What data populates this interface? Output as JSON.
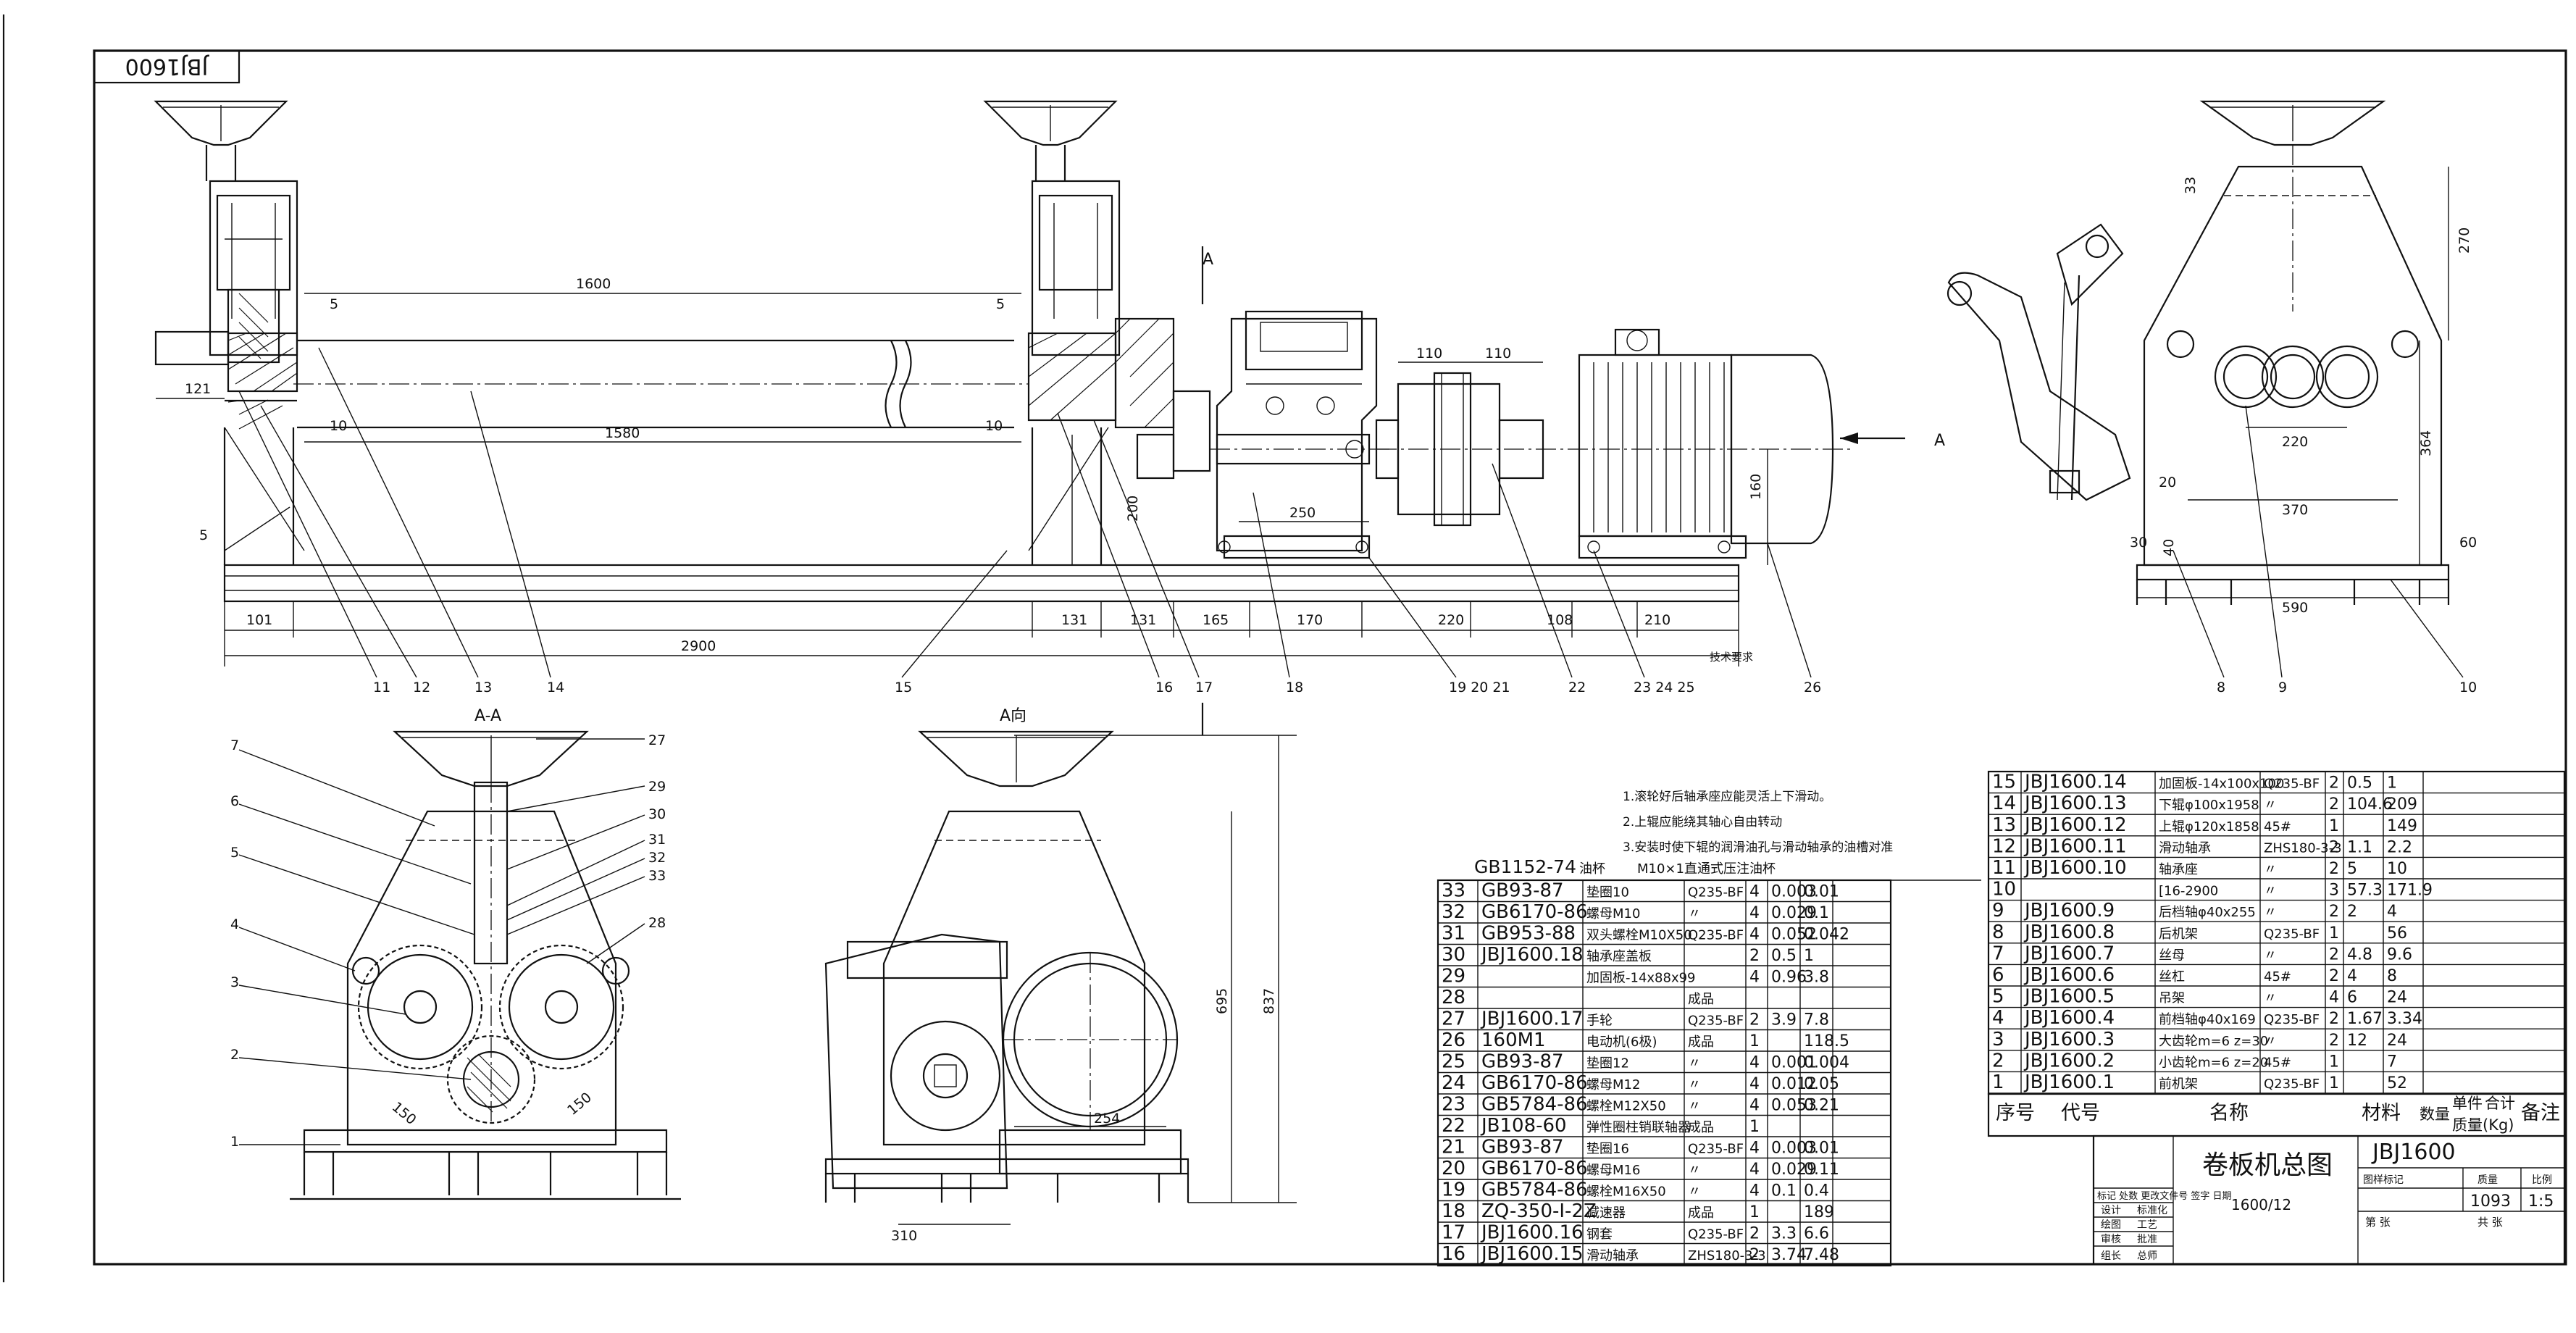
{
  "drawing": {
    "stamp_code": "JBJ1600",
    "title_cn": "卷板机总图",
    "subtitle": "1600/12",
    "drawing_no": "JBJ1600",
    "weight": "1093",
    "scale": "1:5",
    "view_label_AA": "A-A",
    "view_label_A": "A向",
    "arrow_A": "A",
    "tech_req_label": "技术要求"
  },
  "dims": {
    "main_1600": "1600",
    "main_1580": "1580",
    "main_2900": "2900",
    "main_121": "121",
    "main_10a": "10",
    "main_10b": "10",
    "main_5a": "5",
    "main_5b": "5",
    "main_5c": "5",
    "main_200": "200",
    "main_250": "250",
    "main_160": "160",
    "main_101": "101",
    "main_131a": "131",
    "main_131b": "131",
    "main_165": "165",
    "main_170": "170",
    "main_220": "220",
    "main_108": "108",
    "main_210": "210",
    "main_110a": "110",
    "main_110b": "110",
    "side_33": "33",
    "side_270": "270",
    "side_220": "220",
    "side_370": "370",
    "side_364": "364",
    "side_20": "20",
    "side_30": "30",
    "side_40": "40",
    "side_60": "60",
    "side_590": "590",
    "aa_150a": "150",
    "aa_150b": "150",
    "av_695": "695",
    "av_837": "837",
    "av_254": "254",
    "av_310": "310"
  },
  "balloons": {
    "bottom": [
      "11",
      "12",
      "13",
      "14",
      "15",
      "16",
      "17",
      "18",
      "19 20 21",
      "22",
      "23 24 25",
      "26"
    ],
    "side": [
      "8",
      "9",
      "10"
    ],
    "aa_left": [
      "7",
      "6",
      "5",
      "4",
      "3",
      "2",
      "1"
    ],
    "aa_right": [
      "27",
      "29",
      "30",
      "31",
      "32",
      "33",
      "28"
    ]
  },
  "notes": [
    "1.滚轮好后轴承座应能灵活上下滑动。",
    "2.上辊应能绕其轴心自由转动",
    "3.安装时使下辊的润滑油孔与滑动轴承的油槽对准"
  ],
  "bom_extra_row": {
    "code": "GB1152-74",
    "name": "油杯",
    "spec": "M10×1直通式压注油杯"
  },
  "bom_left": [
    {
      "no": "33",
      "code": "GB93-87",
      "name": "垫圈10",
      "mat": "Q235-BF",
      "qty": "4",
      "w1": "0.003",
      "w2": "0.01"
    },
    {
      "no": "32",
      "code": "GB6170-86",
      "name": "螺母M10",
      "mat": "〃",
      "qty": "4",
      "w1": "0.029",
      "w2": "0.1"
    },
    {
      "no": "31",
      "code": "GB953-88",
      "name": "双头螺栓M10X50",
      "mat": "Q235-BF",
      "qty": "4",
      "w1": "0.052",
      "w2": "0.042"
    },
    {
      "no": "30",
      "code": "JBJ1600.18",
      "name": "轴承座盖板",
      "mat": "",
      "qty": "2",
      "w1": "0.5",
      "w2": "1"
    },
    {
      "no": "29",
      "code": "",
      "name": "加固板-14x88x99",
      "mat": "",
      "qty": "4",
      "w1": "0.96",
      "w2": "3.8"
    },
    {
      "no": "28",
      "code": "",
      "name": "",
      "mat": "成品",
      "qty": "",
      "w1": "",
      "w2": ""
    },
    {
      "no": "27",
      "code": "JBJ1600.17",
      "name": "手轮",
      "mat": "Q235-BF",
      "qty": "2",
      "w1": "3.9",
      "w2": "7.8"
    },
    {
      "no": "26",
      "code": "160M1",
      "name": "电动机(6极)",
      "mat": "成品",
      "qty": "1",
      "w1": "",
      "w2": "118.5"
    },
    {
      "no": "25",
      "code": "GB93-87",
      "name": "垫圈12",
      "mat": "〃",
      "qty": "4",
      "w1": "0.001",
      "w2": "0.004"
    },
    {
      "no": "24",
      "code": "GB6170-86",
      "name": "螺母M12",
      "mat": "〃",
      "qty": "4",
      "w1": "0.012",
      "w2": "0.05"
    },
    {
      "no": "23",
      "code": "GB5784-86",
      "name": "螺栓M12X50",
      "mat": "〃",
      "qty": "4",
      "w1": "0.053",
      "w2": "0.21"
    },
    {
      "no": "22",
      "code": "JB108-60",
      "name": "弹性圈柱销联轴器",
      "mat": "成品",
      "qty": "1",
      "w1": "",
      "w2": ""
    },
    {
      "no": "21",
      "code": "GB93-87",
      "name": "垫圈16",
      "mat": "Q235-BF",
      "qty": "4",
      "w1": "0.003",
      "w2": "0.01"
    },
    {
      "no": "20",
      "code": "GB6170-86",
      "name": "螺母M16",
      "mat": "〃",
      "qty": "4",
      "w1": "0.029",
      "w2": "0.11"
    },
    {
      "no": "19",
      "code": "GB5784-86",
      "name": "螺栓M16X50",
      "mat": "〃",
      "qty": "4",
      "w1": "0.1",
      "w2": "0.4"
    },
    {
      "no": "18",
      "code": "ZQ-350-I-2Z",
      "name": "减速器",
      "mat": "成品",
      "qty": "1",
      "w1": "",
      "w2": "189"
    },
    {
      "no": "17",
      "code": "JBJ1600.16",
      "name": "钢套",
      "mat": "Q235-BF",
      "qty": "2",
      "w1": "3.3",
      "w2": "6.6"
    },
    {
      "no": "16",
      "code": "JBJ1600.15",
      "name": "滑动轴承",
      "mat": "ZHS180-3-3",
      "qty": "2",
      "w1": "3.74",
      "w2": "7.48"
    }
  ],
  "bom_right": [
    {
      "no": "15",
      "code": "JBJ1600.14",
      "name": "加固板-14x100x100",
      "mat": "Q235-BF",
      "qty": "2",
      "w1": "0.5",
      "w2": "1"
    },
    {
      "no": "14",
      "code": "JBJ1600.13",
      "name": "下辊φ100x1958",
      "mat": "〃",
      "qty": "2",
      "w1": "104.6",
      "w2": "209"
    },
    {
      "no": "13",
      "code": "JBJ1600.12",
      "name": "上辊φ120x1858",
      "mat": "45#",
      "qty": "1",
      "w1": "",
      "w2": "149"
    },
    {
      "no": "12",
      "code": "JBJ1600.11",
      "name": "滑动轴承",
      "mat": "ZHS180-3-3",
      "qty": "2",
      "w1": "1.1",
      "w2": "2.2"
    },
    {
      "no": "11",
      "code": "JBJ1600.10",
      "name": "轴承座",
      "mat": "〃",
      "qty": "2",
      "w1": "5",
      "w2": "10"
    },
    {
      "no": "10",
      "code": "",
      "name": "[16-2900",
      "mat": "〃",
      "qty": "3",
      "w1": "57.3",
      "w2": "171.9"
    },
    {
      "no": "9",
      "code": "JBJ1600.9",
      "name": "后档轴φ40x255",
      "mat": "〃",
      "qty": "2",
      "w1": "2",
      "w2": "4"
    },
    {
      "no": "8",
      "code": "JBJ1600.8",
      "name": "后机架",
      "mat": "Q235-BF",
      "qty": "1",
      "w1": "",
      "w2": "56"
    },
    {
      "no": "7",
      "code": "JBJ1600.7",
      "name": "丝母",
      "mat": "〃",
      "qty": "2",
      "w1": "4.8",
      "w2": "9.6"
    },
    {
      "no": "6",
      "code": "JBJ1600.6",
      "name": "丝杠",
      "mat": "45#",
      "qty": "2",
      "w1": "4",
      "w2": "8"
    },
    {
      "no": "5",
      "code": "JBJ1600.5",
      "name": "吊架",
      "mat": "〃",
      "qty": "4",
      "w1": "6",
      "w2": "24"
    },
    {
      "no": "4",
      "code": "JBJ1600.4",
      "name": "前档轴φ40x169",
      "mat": "Q235-BF",
      "qty": "2",
      "w1": "1.67",
      "w2": "3.34"
    },
    {
      "no": "3",
      "code": "JBJ1600.3",
      "name": "大齿轮m=6 z=30",
      "mat": "〃",
      "qty": "2",
      "w1": "12",
      "w2": "24"
    },
    {
      "no": "2",
      "code": "JBJ1600.2",
      "name": "小齿轮m=6 z=20",
      "mat": "45#",
      "qty": "1",
      "w1": "",
      "w2": "7"
    },
    {
      "no": "1",
      "code": "JBJ1600.1",
      "name": "前机架",
      "mat": "Q235-BF",
      "qty": "1",
      "w1": "",
      "w2": "52"
    }
  ],
  "bom_header": {
    "no": "序号",
    "code": "代号",
    "name": "名称",
    "mat": "材料",
    "qty": "数量",
    "w1": "单件",
    "w2": "合计",
    "mass": "质量(Kg)",
    "remark": "备注"
  },
  "title_block": {
    "r1": "标记 处数 更改文件号 签字 日期",
    "design": "设计",
    "std": "标准化",
    "draw": "绘图",
    "process": "工艺",
    "check": "审核",
    "approve": "批准",
    "chief": "组长",
    "general": "总师",
    "stage": "图样标记",
    "mass": "质量",
    "scale": "比例",
    "sheet": "第  张",
    "total": "共  张"
  }
}
